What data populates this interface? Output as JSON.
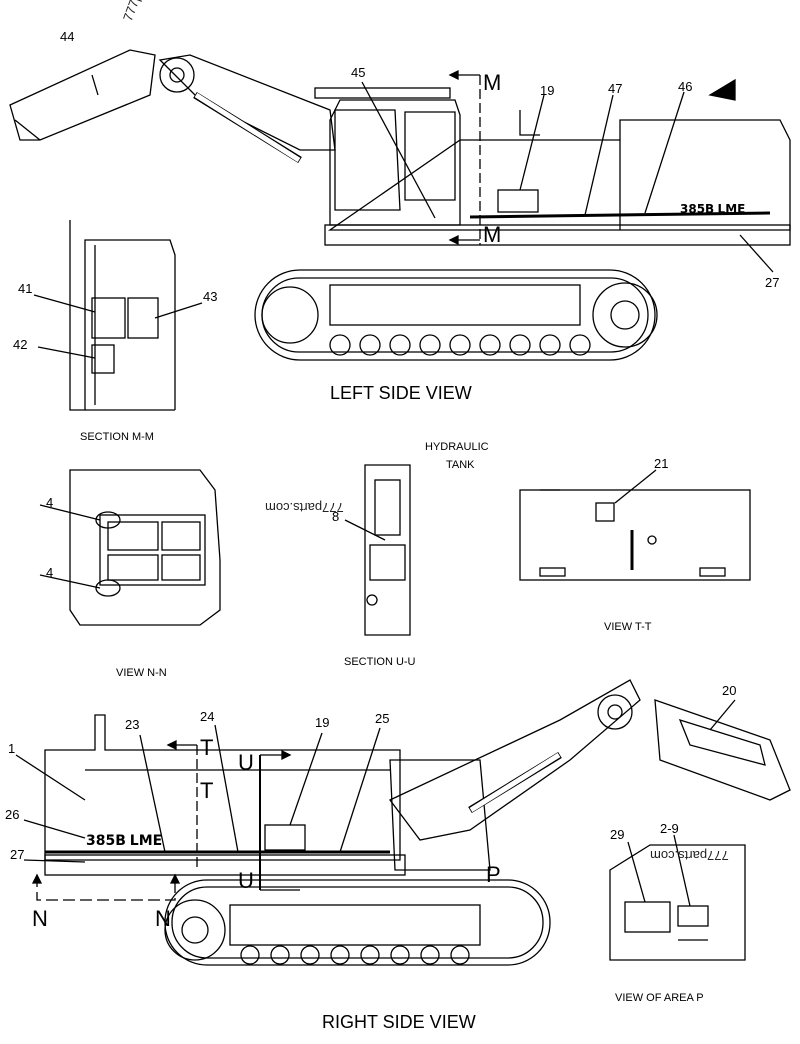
{
  "views": {
    "left_side": "LEFT SIDE VIEW",
    "right_side": "RIGHT SIDE VIEW",
    "section_mm": "SECTION M-M",
    "view_nn": "VIEW N-N",
    "section_uu": "SECTION U-U",
    "view_tt": "VIEW T-T",
    "view_area_p": "VIEW OF AREA P",
    "hydraulic": "HYDRAULIC",
    "tank": "TANK"
  },
  "section_letters": {
    "m": "M",
    "t": "T",
    "u": "U",
    "n": "N",
    "p": "P"
  },
  "model_decal": {
    "number": "385B",
    "suffix": "LME"
  },
  "watermark": "777parts.com",
  "callouts": {
    "c44": "44",
    "c45": "45",
    "c19a": "19",
    "c47": "47",
    "c46": "46",
    "c27a": "27",
    "c41": "41",
    "c43": "43",
    "c42": "42",
    "c4a": "4",
    "c4b": "4",
    "c8": "8",
    "c21": "21",
    "c20": "20",
    "c1": "1",
    "c23": "23",
    "c24": "24",
    "c19b": "19",
    "c25": "25",
    "c26": "26",
    "c27b": "27",
    "c29": "29",
    "c29b": "2-9"
  }
}
